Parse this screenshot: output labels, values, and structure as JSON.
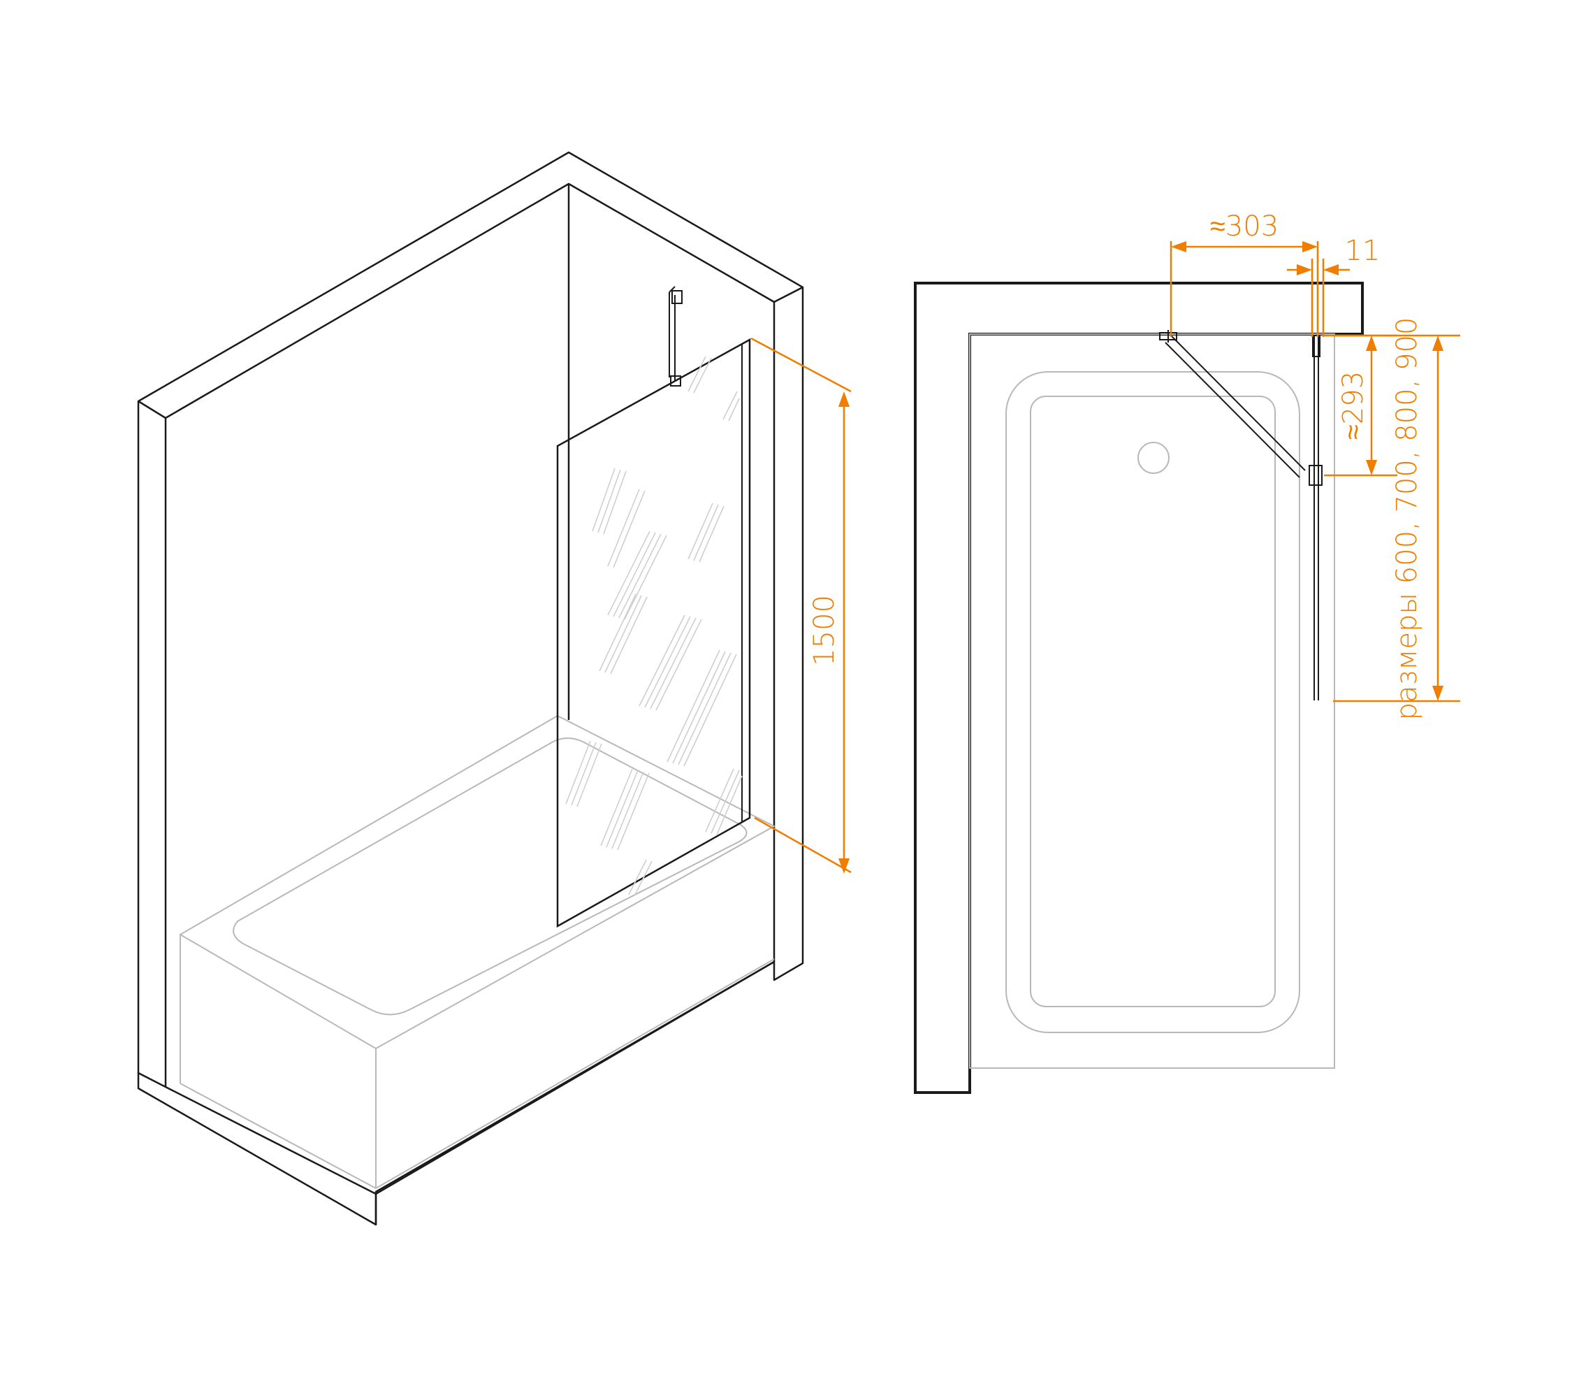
{
  "colors": {
    "line": "#1a1a1a",
    "gray": "#b8b8b8",
    "glass": "#cfcfcf",
    "dimension": "#f07d00",
    "background": "#ffffff"
  },
  "dimensions": {
    "height": "1500",
    "arm_length": "≈303",
    "glass_offset": "11",
    "arm_depth": "≈293",
    "panel_widths": "размеры 600, 700, 800, 900"
  }
}
